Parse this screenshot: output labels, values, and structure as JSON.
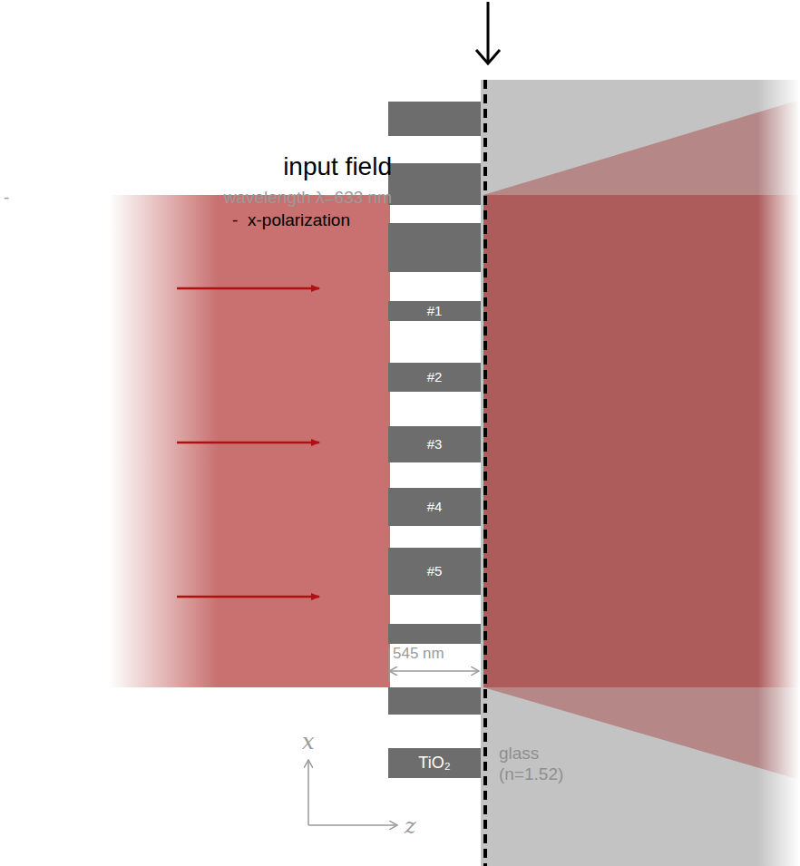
{
  "diagram": {
    "nodes": [
      {
        "text": [
          "glass (n=1.52)"
        ]
      },
      {
        "text": [
          "#1"
        ]
      },
      {
        "text": [
          "#2"
        ]
      },
      {
        "text": [
          "#3"
        ]
      },
      {
        "text": [
          "#4"
        ]
      },
      {
        "text": [
          "#5"
        ]
      },
      {
        "text": [
          "TiO₂"
        ]
      }
    ],
    "labels": [
      "input field",
      "-",
      "wavelength λ=633 nm",
      "-",
      "x-polarization",
      "545 nm",
      "x",
      "z"
    ]
  }
}
